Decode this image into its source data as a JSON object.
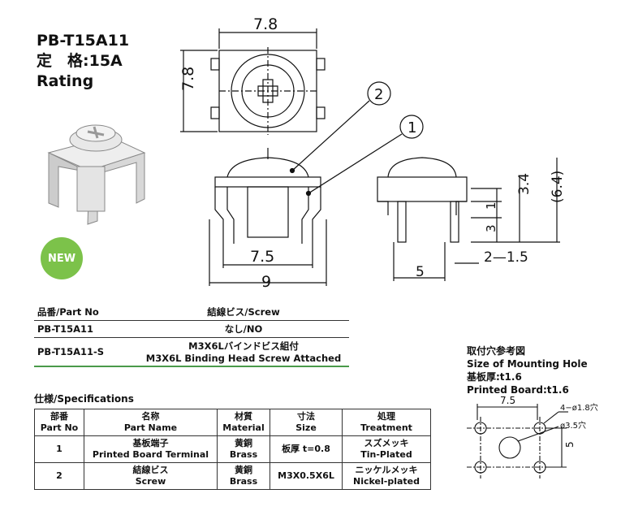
{
  "header": {
    "model": "PB-T15A11",
    "rating_jp": "定　格:15A",
    "rating_en": "Rating"
  },
  "badge": {
    "label": "NEW",
    "color": "#7cc24a"
  },
  "drawing": {
    "top_width": "7.8",
    "top_height": "7.8",
    "callout_1": "1",
    "callout_2": "2",
    "front_inner": "7.5",
    "front_outer": "9",
    "side_34": "3.4",
    "side_64": "(6.4)",
    "side_1": "1",
    "side_3": "3",
    "side_5": "5",
    "side_pin": "2—1.5"
  },
  "part_table": {
    "header": [
      "品番/Part No",
      "結線ビス/Screw"
    ],
    "rows": [
      {
        "part": "PB-T15A11",
        "screw_line1": "なし/NO",
        "screw_line2": ""
      },
      {
        "part": "PB-T15A11-S",
        "screw_line1": "M3X6Lバインドビス組付",
        "screw_line2": "M3X6L Binding Head Screw Attached"
      }
    ]
  },
  "spec": {
    "title": "仕様/Specifications",
    "headers": [
      {
        "jp": "部番",
        "en": "Part No"
      },
      {
        "jp": "名称",
        "en": "Part Name"
      },
      {
        "jp": "材質",
        "en": "Material"
      },
      {
        "jp": "寸法",
        "en": "Size"
      },
      {
        "jp": "処理",
        "en": "Treatment"
      }
    ],
    "rows": [
      {
        "no": "1",
        "name_jp": "基板端子",
        "name_en": "Printed Board Terminal",
        "mat_jp": "黄銅",
        "mat_en": "Brass",
        "size": "板厚 t=0.8",
        "treat_jp": "スズメッキ",
        "treat_en": "Tin-Plated"
      },
      {
        "no": "2",
        "name_jp": "結線ビス",
        "name_en": "Screw",
        "mat_jp": "黄銅",
        "mat_en": "Brass",
        "size": "M3X0.5X6L",
        "treat_jp": "ニッケルメッキ",
        "treat_en": "Nickel-plated"
      }
    ]
  },
  "mounting": {
    "title_jp": "取付穴参考図",
    "title_en": "Size of Mounting Hole",
    "board_jp": "基板厚:t1.6",
    "board_en": "Printed Board:t1.6",
    "dim_w": "7.5",
    "dim_h": "5",
    "hole_small": "4−ø1.8穴",
    "hole_big": "ø3.5穴"
  }
}
